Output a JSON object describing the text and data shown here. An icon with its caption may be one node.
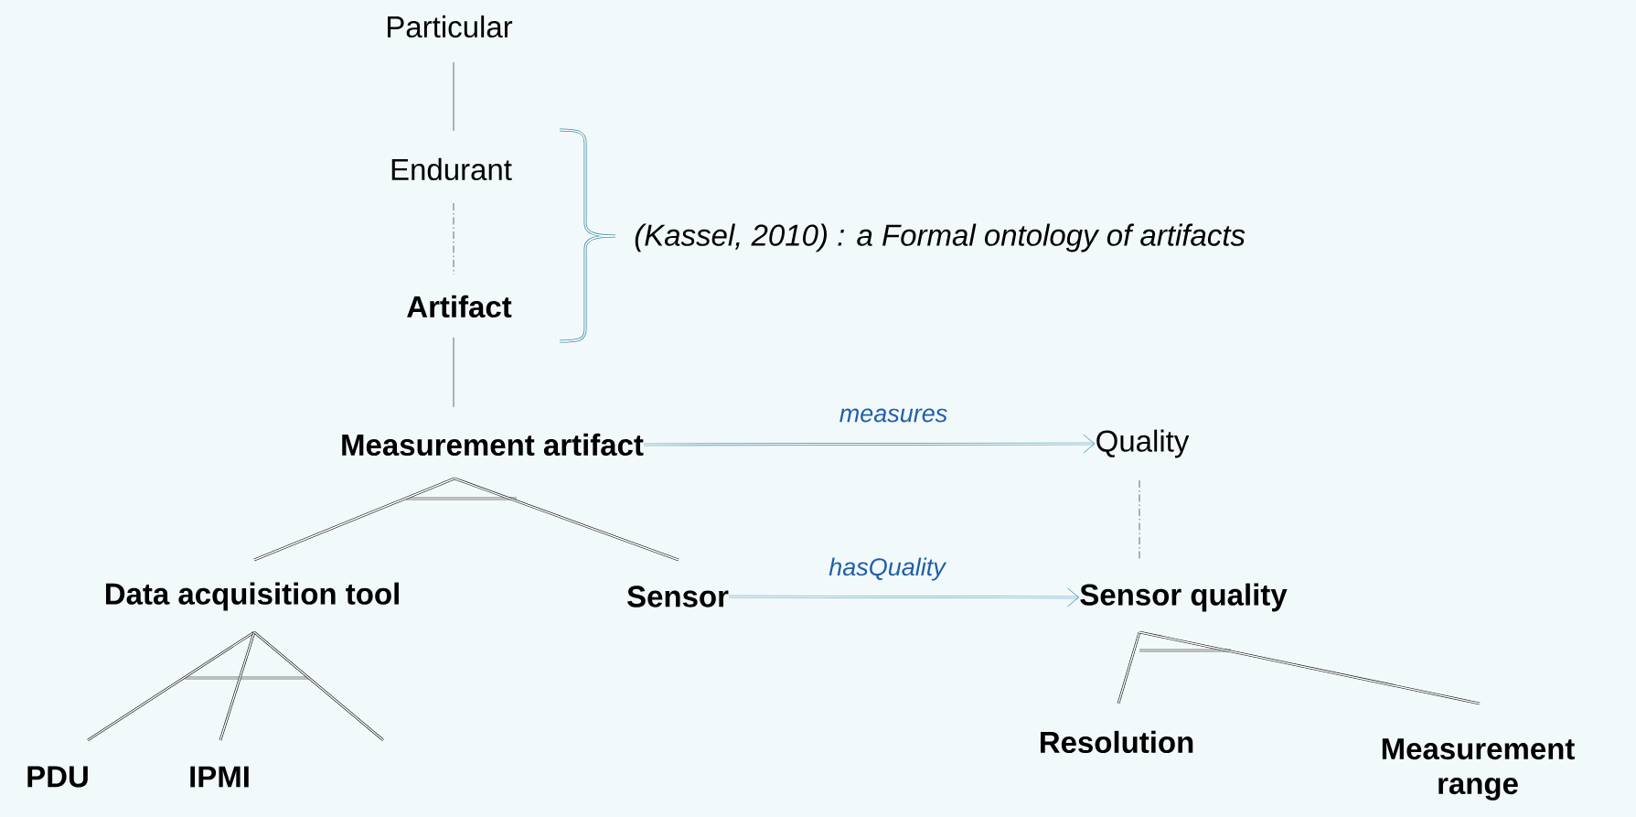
{
  "diagram": {
    "nodes": [
      {
        "text": [
          "Particular"
        ]
      },
      {
        "text": [
          "Endurant"
        ]
      },
      {
        "text": [
          "Artifact"
        ]
      },
      {
        "text": [
          "Measurement artifact"
        ]
      },
      {
        "text": [
          "Quality"
        ]
      },
      {
        "text": [
          "Data acquisition tool"
        ]
      },
      {
        "text": [
          "Sensor"
        ]
      },
      {
        "text": [
          "Sensor quality"
        ]
      },
      {
        "text": [
          "PDU"
        ]
      },
      {
        "text": [
          "IPMI"
        ]
      },
      {
        "text": [
          "Resolution"
        ]
      },
      {
        "text": [
          "Measurement range"
        ]
      }
    ],
    "edges": [
      {
        "from": 0,
        "to": 1,
        "arrow": "none",
        "color": "#808080"
      },
      {
        "from": 1,
        "to": 2,
        "arrow": "none",
        "style": "dashed",
        "color": "#808080"
      },
      {
        "from": 2,
        "to": 3,
        "arrow": "none",
        "color": "#808080"
      },
      {
        "from": 3,
        "to": 4,
        "arrow": "to",
        "label": "measures",
        "color": "#3a8aa8"
      },
      {
        "from": 3,
        "to": 5,
        "arrow": "none"
      },
      {
        "from": 3,
        "to": 6,
        "arrow": "none"
      },
      {
        "from": 4,
        "to": 7,
        "arrow": "none",
        "style": "dashed",
        "color": "#808080"
      },
      {
        "from": 6,
        "to": 7,
        "arrow": "to",
        "label": "hasQuality",
        "color": "#3a8aa8"
      },
      {
        "from": 5,
        "to": 8,
        "arrow": "none"
      },
      {
        "from": 5,
        "to": 9,
        "arrow": "none"
      },
      {
        "from": 5,
        "to": null,
        "arrow": "none"
      },
      {
        "from": 7,
        "to": 10,
        "arrow": "none"
      },
      {
        "from": 7,
        "to": 11,
        "arrow": "none"
      }
    ],
    "labels": [
      "(Kassel, 2010) : a Formal ontology of artifacts"
    ]
  }
}
